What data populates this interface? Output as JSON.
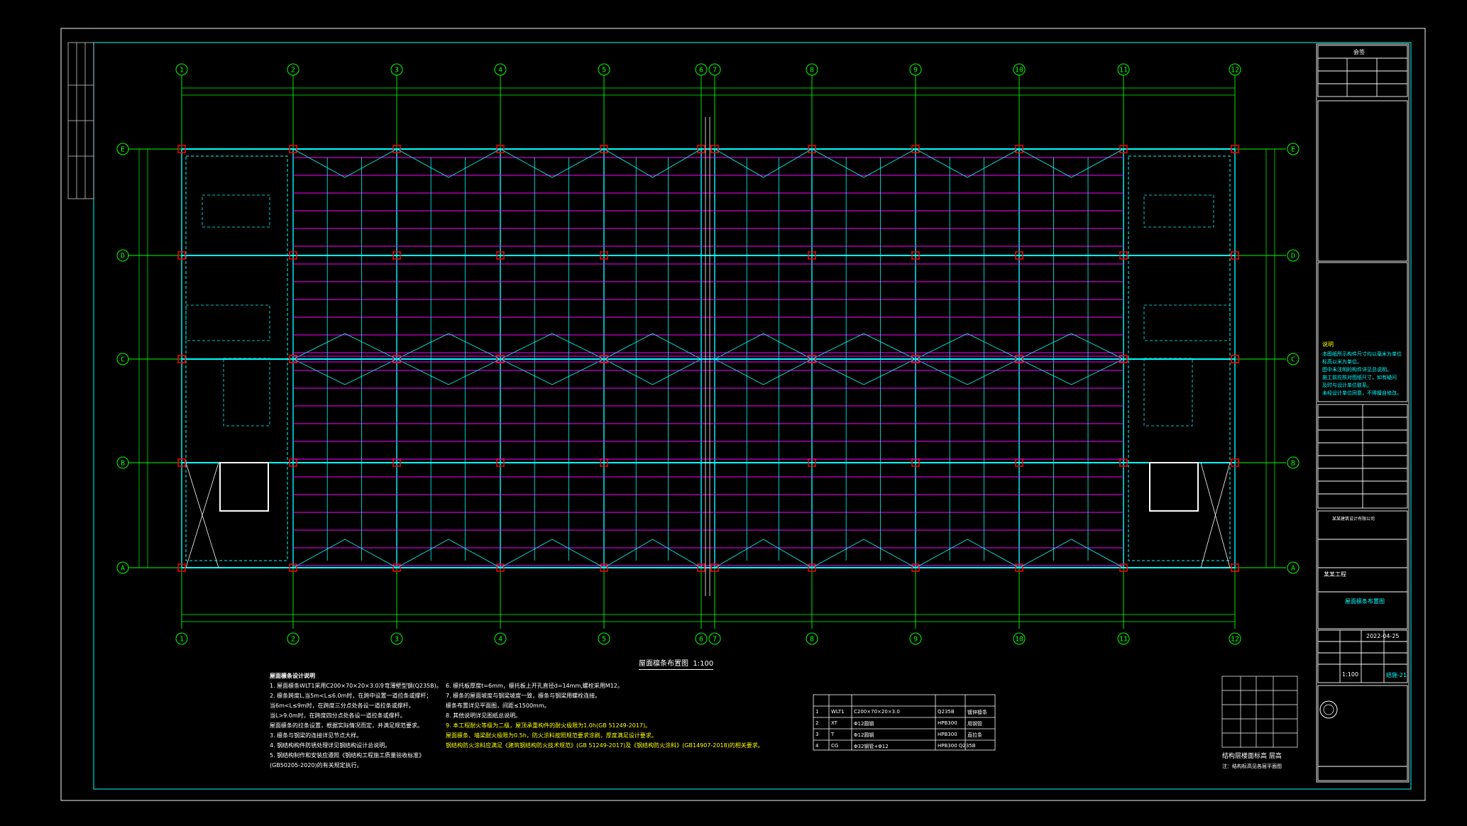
{
  "drawing": {
    "plan_title": "屋面檩条布置图",
    "plan_scale": "1:100",
    "columns": [
      "1",
      "2",
      "3",
      "4",
      "5",
      "6",
      "7",
      "8",
      "9",
      "10",
      "11",
      "12"
    ],
    "rows": [
      "E",
      "D",
      "C",
      "B",
      "A"
    ]
  },
  "legend_table": {
    "rows": [
      {
        "no": "1",
        "code": "WLT1",
        "spec": "C200×70×20×3.0",
        "material": "Q235B",
        "note": "镀锌檩条"
      },
      {
        "no": "2",
        "code": "XT",
        "spec": "Φ12圆钢",
        "material": "HPB300",
        "note": "用钢管"
      },
      {
        "no": "3",
        "code": "T",
        "spec": "Φ12圆钢",
        "material": "HPB300",
        "note": "直拉条"
      },
      {
        "no": "4",
        "code": "CG",
        "spec": "Φ32钢管+Φ12",
        "material": "HPB300 Q235B",
        "note": ""
      }
    ]
  },
  "notes_left": {
    "title": "屋面檩条设计说明",
    "lines": [
      "1. 屋面檩条WLT1采用C200×70×20×3.0冷弯薄壁型钢(Q235B)。",
      "2. 檩条跨度L,当5m<L≤6.0m时，在跨中设置一道拉条或撑杆；",
      "   当6m<L≤9m时，在跨度三分点处各设一道拉条或撑杆。",
      "   当L>9.0m时，在跨度四分点处各设一道拉条或撑杆。",
      "   屋面檩条的拉条设置，根据实际情况而定，并满足规范要求。",
      "3. 檩条与钢梁的连接详见节点大样。",
      "4. 钢结构构件防锈处理详见钢结构设计总说明。",
      "5. 钢结构制作和安装应遵照《钢结构工程施工质量验收标准》",
      "   (GB50205-2020)的有关规定执行。"
    ]
  },
  "notes_right": {
    "lines": [
      "6. 檩托板厚度t=6mm，檩托板上开孔直径d=14mm,螺栓采用M12。",
      "7. 檩条的屋面坡度与钢梁坡度一致，檩条与钢梁用螺栓连接。",
      "   檩条布置详见平面图，间距≤1500mm。",
      "8. 其他说明详见图纸总说明。"
    ],
    "highlight": [
      "9. 本工程耐火等级为二级，屋顶承重构件的耐火极限为1.0h(GB 51249-2017)。",
      "   屋面檩条、墙梁耐火极限为0.5h，防火涂料按照规范要求涂刷，厚度满足设计要求。",
      "   钢结构防火涂料应满足《建筑钢结构防火技术规范》(GB 51249-2017)及《钢结构防火涂料》(GB14907-2018)的相关要求。"
    ]
  },
  "title_block": {
    "header": "会签",
    "project": "某某工程",
    "drawing_name": "屋面檩条布置图",
    "date": "2022-04-25",
    "scale": "1:100",
    "sheet": "结施-21",
    "company": "某某建筑设计有限公司",
    "notes_label": "说明",
    "notes_text": [
      "本图纸所示构件尺寸均以毫米为单位",
      "标高以米为单位。",
      "图中未注明的构件详见总说明。",
      "施工前应核对图纸尺寸，如有疑问",
      "及时与设计单位联系。",
      "未经设计单位同意，不得擅自修改。"
    ]
  },
  "bottom_right": {
    "title": "结构层楼面标高 层高",
    "subtitle": "注：结构标高见各层平面图"
  },
  "colors": {
    "grid": "#00ff00",
    "purlin": "#ff00ff",
    "beam": "#00ffff",
    "column": "#ff0000",
    "text": "#ffffff",
    "highlight": "#ffff00",
    "frame": "#ffffff"
  }
}
